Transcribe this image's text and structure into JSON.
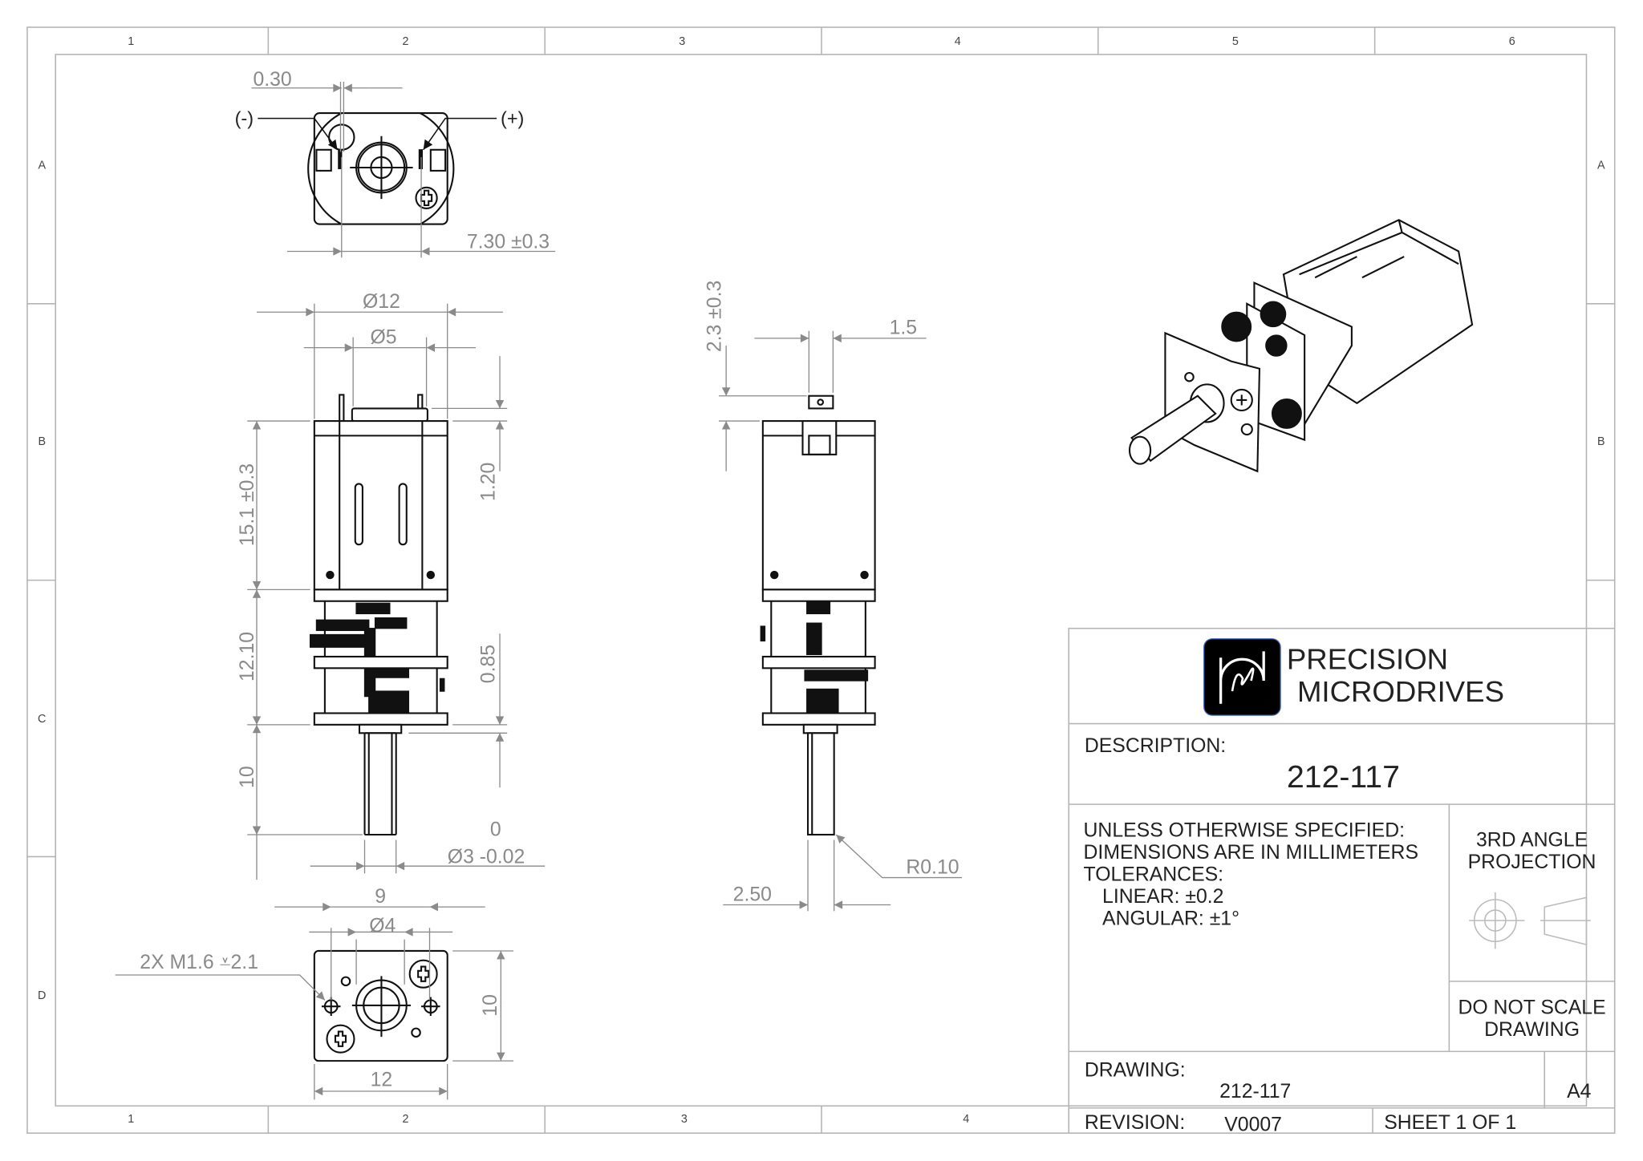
{
  "sheet": {
    "zones_top": [
      "1",
      "2",
      "3",
      "4",
      "5",
      "6"
    ],
    "zones_bottom": [
      "1",
      "2",
      "3",
      "4"
    ],
    "zones_side": [
      "A",
      "B",
      "C",
      "D"
    ]
  },
  "dimensions": {
    "terminal_offset": "0.30",
    "neg_terminal": "(-)",
    "pos_terminal": "(+)",
    "terminal_spacing": "7.30 ±0.3",
    "motor_diameter": "Ø12",
    "boss_diameter": "Ø5",
    "motor_length": "15.1 ±0.3",
    "gearbox_length": "12.10",
    "shaft_length": "10",
    "boss_height": "1.20",
    "plate_thickness": "0.85",
    "shaft_tol_upper": "0",
    "shaft_diameter": "Ø3 -0.02",
    "hole_spacing": "9",
    "collar_diameter": "Ø4",
    "thread_callout": "2X M1.6  ⩡2.1",
    "face_height": "10",
    "face_width": "12",
    "tab_height": "2.3 ±0.3",
    "tab_width": "1.5",
    "flat_depth": "2.50",
    "edge_radius": "R0.10"
  },
  "title_block": {
    "company_line1": "PRECISION",
    "company_line2": "MICRODRIVES",
    "description_label": "DESCRIPTION:",
    "description_value": "212-117",
    "notes": [
      "UNLESS OTHERWISE SPECIFIED:",
      "DIMENSIONS ARE IN MILLIMETERS",
      "TOLERANCES:",
      "LINEAR: ±0.2",
      "ANGULAR: ±1°"
    ],
    "projection_line1": "3RD ANGLE",
    "projection_line2": "PROJECTION",
    "scale_line1": "DO NOT SCALE",
    "scale_line2": "DRAWING",
    "drawing_label": "DRAWING:",
    "drawing_value": "212-117",
    "sheet_size": "A4",
    "revision_label": "REVISION:",
    "revision_value": "V0007",
    "sheet_label": "SHEET 1 OF 1"
  }
}
